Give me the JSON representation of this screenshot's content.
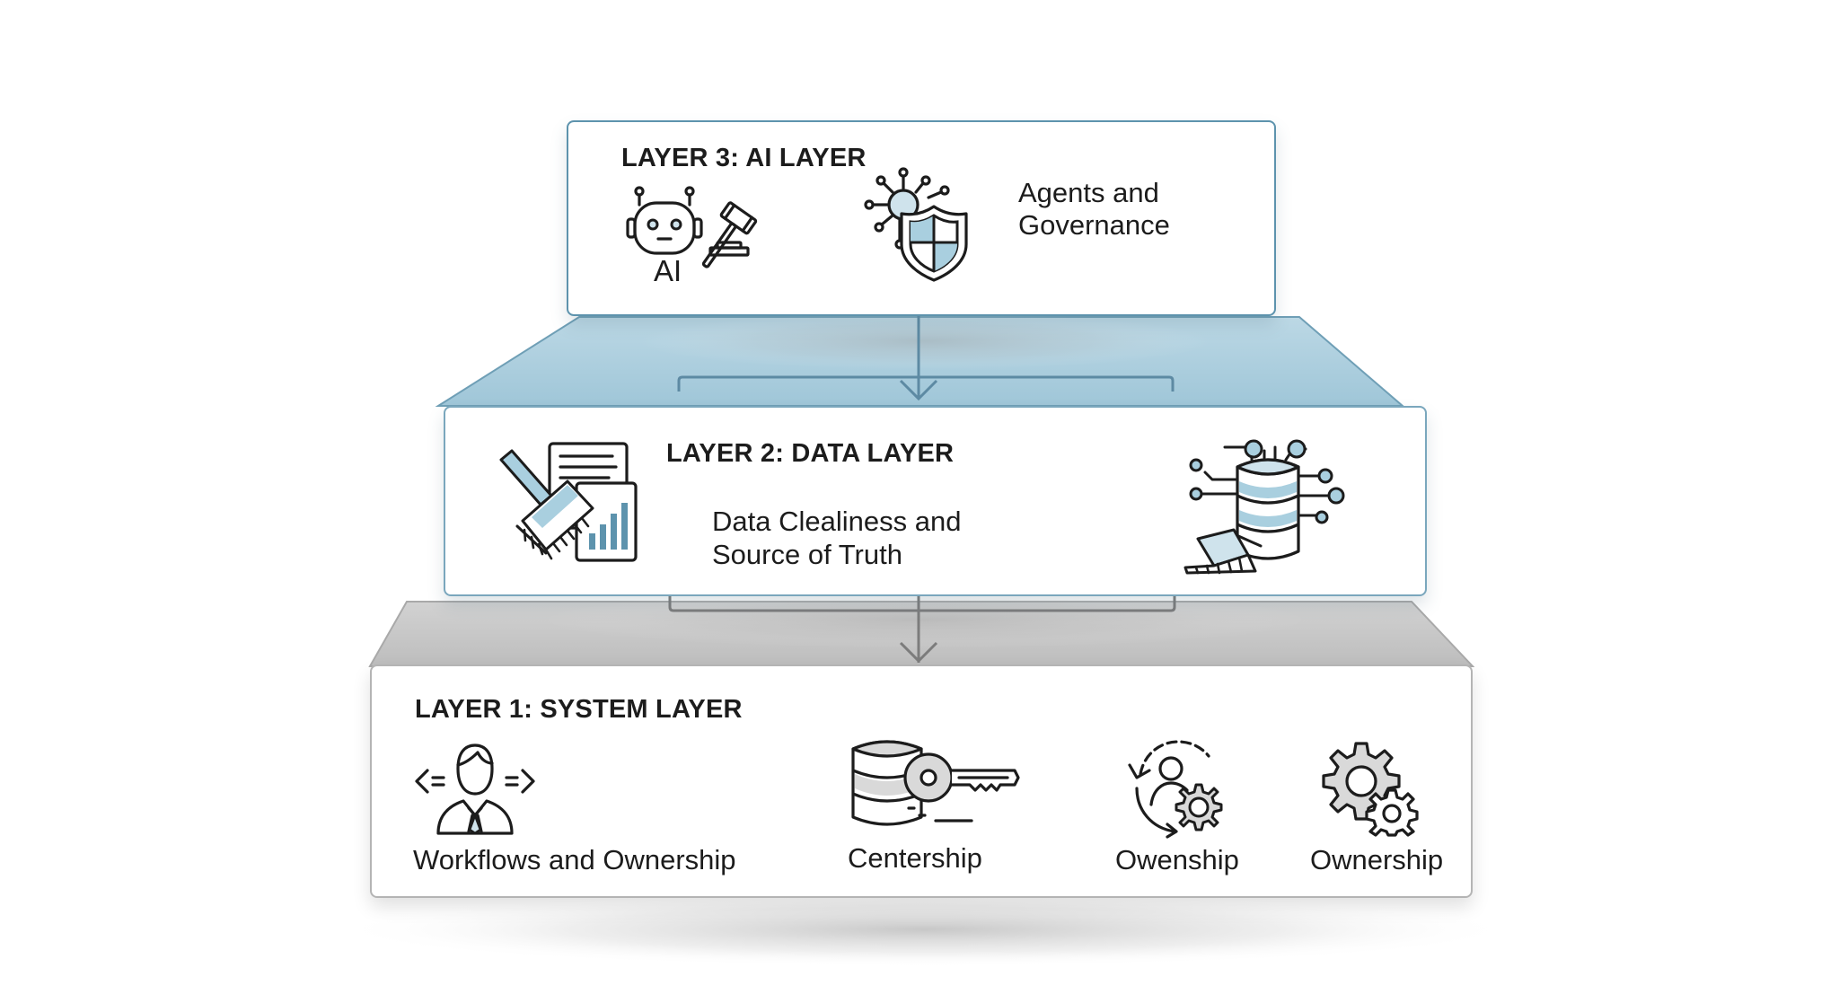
{
  "colors": {
    "blue_accent": "#5d93ad",
    "blue_light": "#cfe3ec",
    "blue_fill": "#a9cfdf",
    "gray_band": "#c9c9c9",
    "gray_border": "#b4b4b4",
    "ink": "#1c1c1c"
  },
  "layer3": {
    "title": "LAYER 3: AI LAYER",
    "ai_label": "AI",
    "description_line1": "Agents and",
    "description_line2": "Governance",
    "icons": [
      "robot-icon",
      "gavel-icon",
      "network-shield-icon"
    ]
  },
  "layer2": {
    "title": "LAYER 2: DATA LAYER",
    "description_line1": "Data Clealiness and",
    "description_line2": "Source of Truth",
    "icons": [
      "cleaning-report-icon",
      "database-broom-icon"
    ]
  },
  "layer1": {
    "title": "LAYER 1: SYSTEM LAYER",
    "items": [
      {
        "icon": "person-workflow-icon",
        "label": "Workflows and Ownership"
      },
      {
        "icon": "database-key-icon",
        "label": "Centership"
      },
      {
        "icon": "person-gear-cycle-icon",
        "label": "Owenship"
      },
      {
        "icon": "gears-icon",
        "label": "Ownership"
      }
    ]
  }
}
